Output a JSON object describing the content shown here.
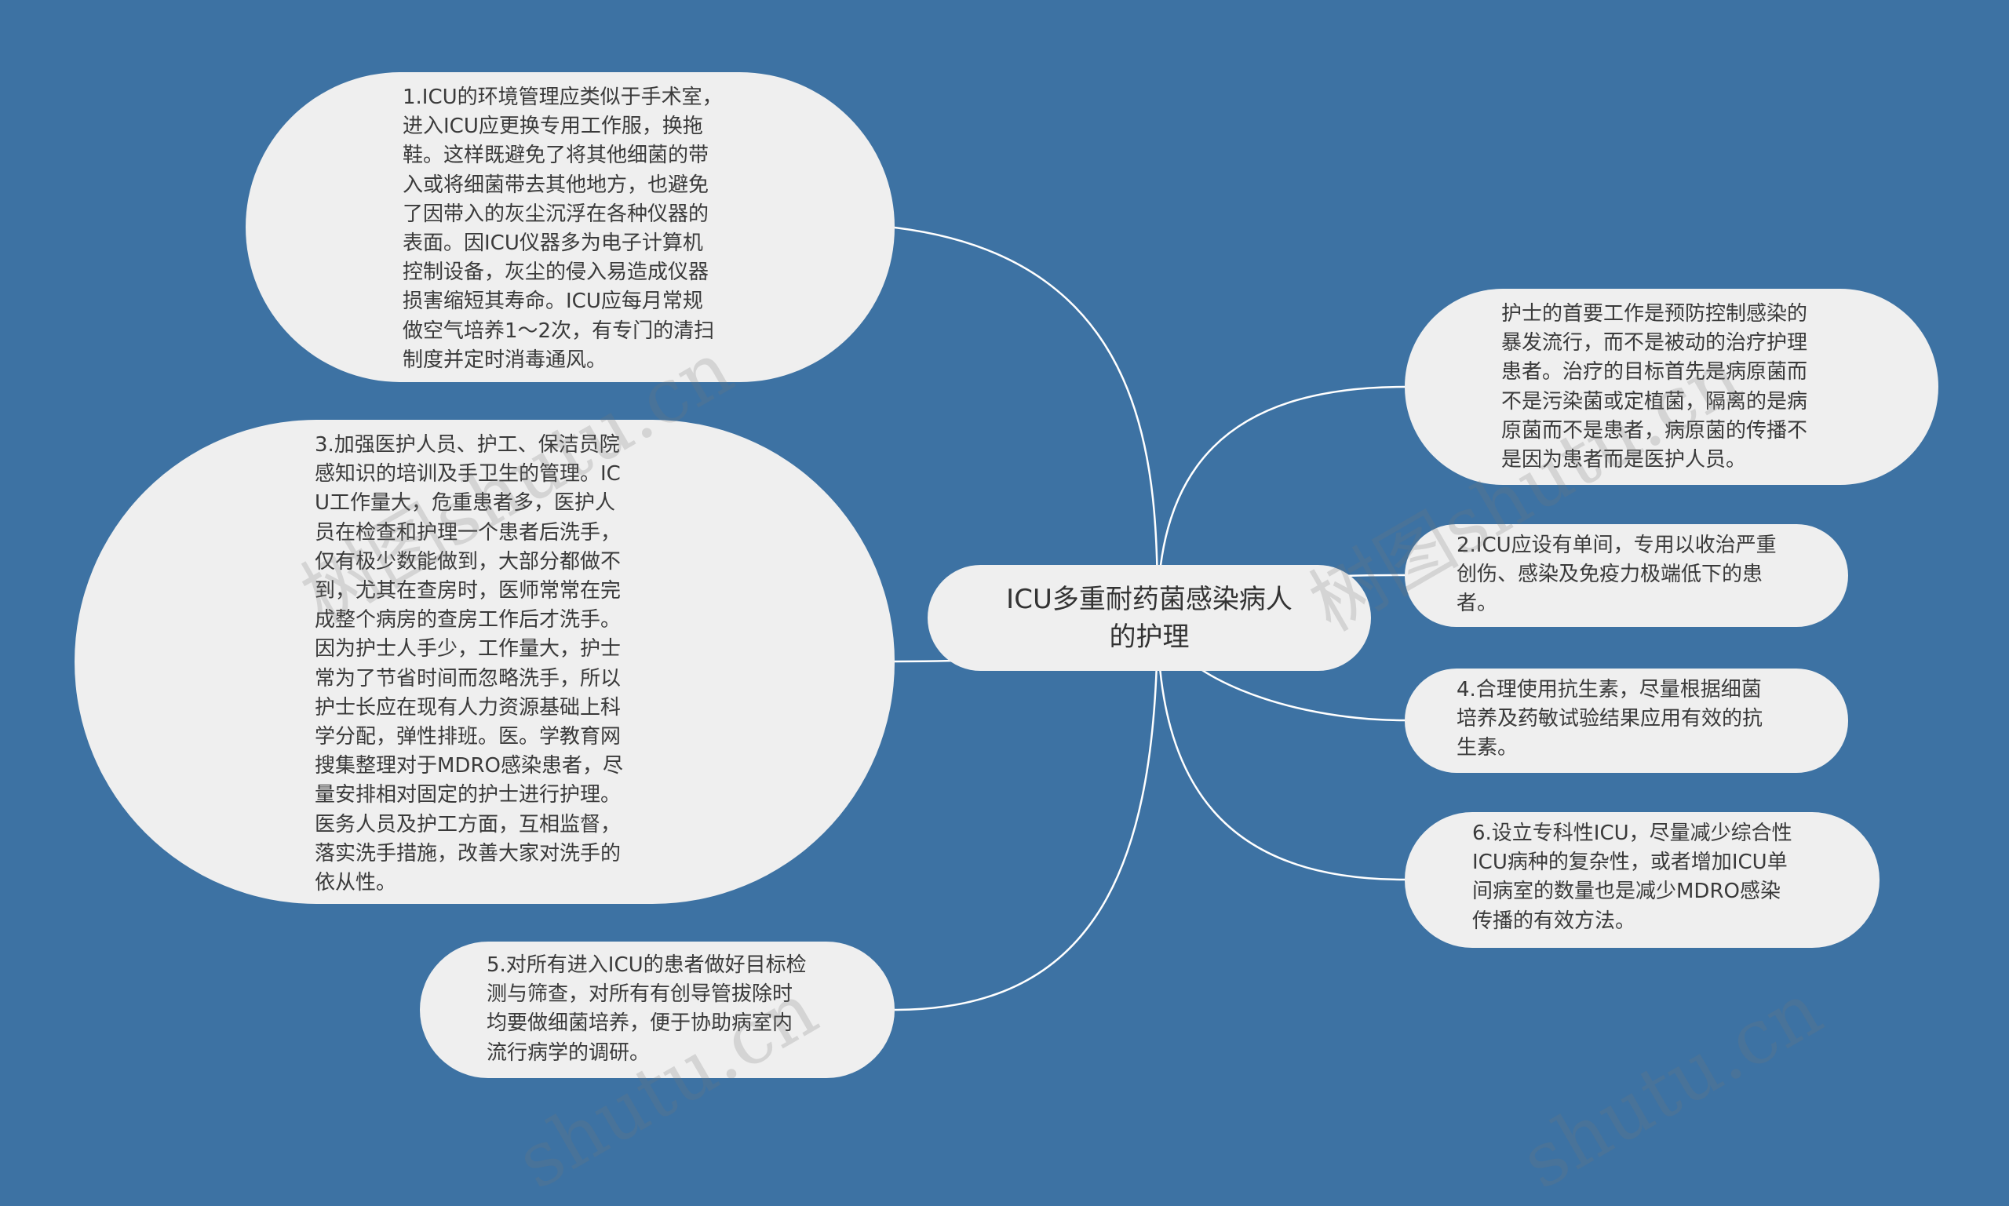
{
  "colors": {
    "background": "#3d72a3",
    "node": "#efefef",
    "line": "#ffffff",
    "text": "#3a3a3a"
  },
  "center": {
    "lines": "ICU多重耐药菌感染病人\n的护理"
  },
  "branches": [
    {
      "id": "b1",
      "side": "left",
      "lines": "1.ICU的环境管理应类似于手术室，\n进入ICU应更换专用工作服，换拖\n鞋。这样既避免了将其他细菌的带\n入或将细菌带去其他地方，也避免\n了因带入的灰尘沉浮在各种仪器的\n表面。因ICU仪器多为电子计算机\n控制设备，灰尘的侵入易造成仪器\n损害缩短其寿命。ICU应每月常规\n做空气培养1～2次，有专门的清扫\n制度并定时消毒通风。"
    },
    {
      "id": "b3",
      "side": "left",
      "lines": "3.加强医护人员、护工、保洁员院\n感知识的培训及手卫生的管理。IC\nU工作量大，危重患者多，医护人\n员在检查和护理一个患者后洗手，\n仅有极少数能做到，大部分都做不\n到，尤其在查房时，医师常常在完\n成整个病房的查房工作后才洗手。\n因为护士人手少，工作量大，护士\n常为了节省时间而忽略洗手，所以\n护士长应在现有人力资源基础上科\n学分配，弹性排班。医。学教育网\n搜集整理对于MDRO感染患者，尽\n量安排相对固定的护士进行护理。\n医务人员及护工方面，互相监督，\n落实洗手措施，改善大家对洗手的\n依从性。"
    },
    {
      "id": "b5",
      "side": "left",
      "lines": "5.对所有进入ICU的患者做好目标检\n测与筛查，对所有有创导管拔除时\n均要做细菌培养，便于协助病室内\n流行病学的调研。"
    },
    {
      "id": "b0",
      "side": "right",
      "lines": "护士的首要工作是预防控制感染的\n暴发流行，而不是被动的治疗护理\n患者。治疗的目标首先是病原菌而\n不是污染菌或定植菌，隔离的是病\n原菌而不是患者，病原菌的传播不\n是因为患者而是医护人员。"
    },
    {
      "id": "b2",
      "side": "right",
      "lines": "2.ICU应设有单间，专用以收治严重\n创伤、感染及免疫力极端低下的患\n者。"
    },
    {
      "id": "b4",
      "side": "right",
      "lines": "4.合理使用抗生素，尽量根据细菌\n培养及药敏试验结果应用有效的抗\n生素。"
    },
    {
      "id": "b6",
      "side": "right",
      "lines": "6.设立专科性ICU，尽量减少综合性\nICU病种的复杂性，或者增加ICU单\n间病室的数量也是减少MDRO感染\n传播的有效方法。"
    }
  ],
  "watermarks": [
    "树图shutu.cn",
    "树图shutu.cn",
    "shutu.cn",
    "shutu.cn"
  ]
}
